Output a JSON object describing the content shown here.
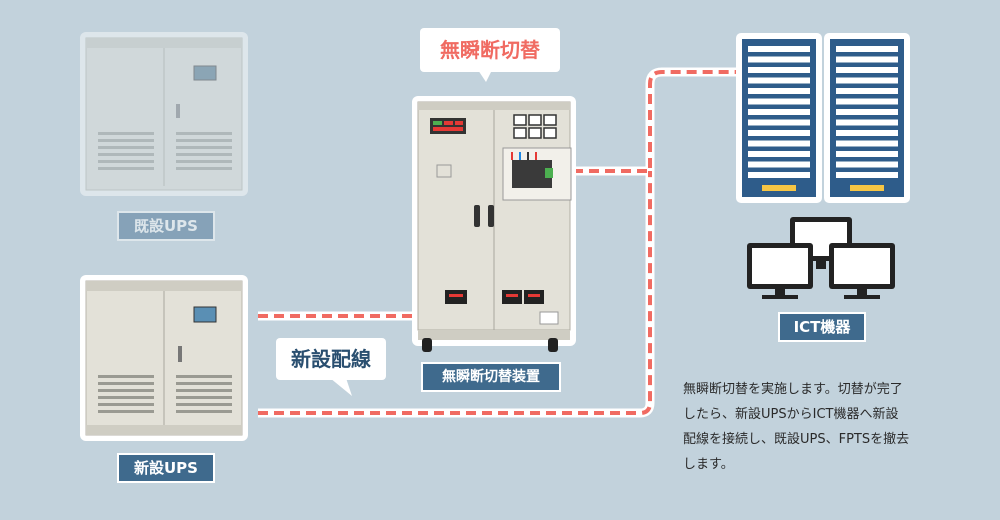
{
  "labels": {
    "old_ups": "既設UPS",
    "new_ups": "新設UPS",
    "switch_device": "無瞬断切替装置",
    "ict": "ICT機器"
  },
  "callouts": {
    "switch": "無瞬断切替",
    "wiring": "新設配線"
  },
  "description": [
    "無瞬断切替を実施します。切替が完了",
    "したら、新設UPSからICT機器へ新設",
    "配線を接続し、既設UPS、FPTSを撤去",
    "します。"
  ],
  "colors": {
    "background": "#c2d2dc",
    "label_fill": "#3f6a8d",
    "accent_red": "#f06b62",
    "server_blue": "#2e5c8a",
    "cabinet": "#e3e1d8"
  }
}
